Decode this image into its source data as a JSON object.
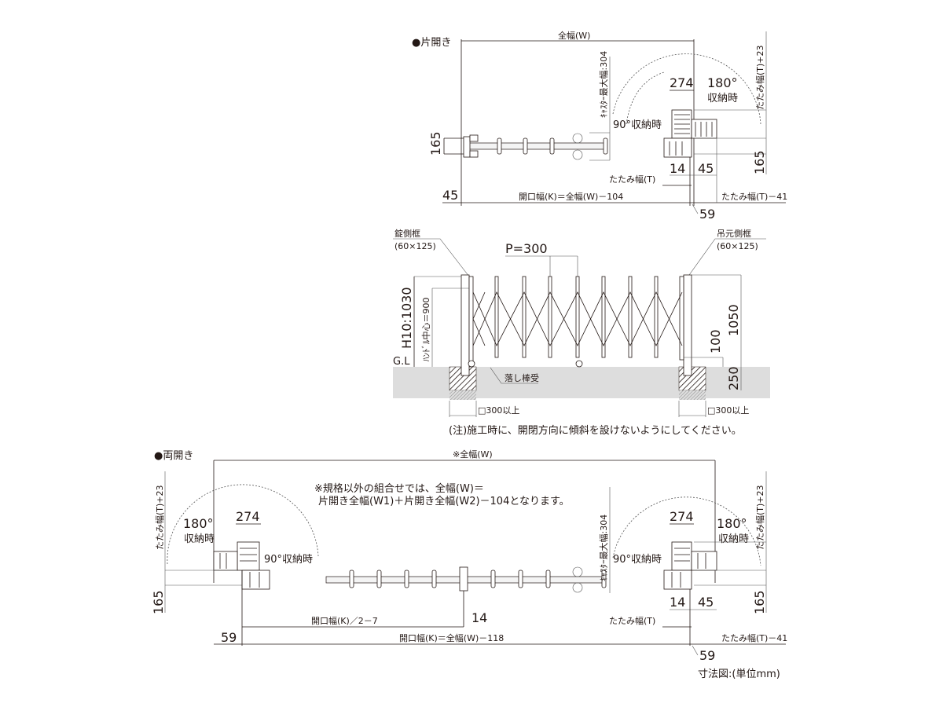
{
  "single": {
    "title": "●片開き",
    "full_width": "全幅(W)",
    "caster_max": "ｷｬｽﾀｰ最大幅:304",
    "fold_plus": "たたみ幅(T)+23",
    "d274": "274",
    "deg180": "180°",
    "stored": "収納時",
    "deg90": "90°収納時",
    "d165_left": "165",
    "d165_right": "165",
    "d14": "14",
    "d45": "45",
    "fold_width": "たたみ幅(T)",
    "d45_left": "45",
    "opening": "開口幅(K)＝全幅(W)－104",
    "fold_minus": "たたみ幅(T)－41",
    "d59": "59"
  },
  "elevation": {
    "lock_frame": "錠側框",
    "lock_frame_size": "(60×125)",
    "pitch": "P=300",
    "hinge_frame": "吊元側框",
    "hinge_frame_size": "(60×125)",
    "height": "H10:1030",
    "handle_center": "ﾊﾝﾄﾞﾙ中心＝900",
    "gl": "G.L",
    "d1050": "1050",
    "d100": "100",
    "d250": "250",
    "drop_rod": "落し棒受",
    "foundation_left": "□300以上",
    "foundation_right": "□300以上",
    "note": "(注)施工時に、開閉方向に傾斜を設けないようにしてください。"
  },
  "double": {
    "title": "●両開き",
    "full_width": "※全幅(W)",
    "note_line1": "※規格以外の組合せでは、全幅(W)＝",
    "note_line2": "片開き全幅(W1)＋片開き全幅(W2)－104となります。",
    "fold_plus_left": "たたみ幅(T)+23",
    "fold_plus_right": "たたみ幅(T)+23",
    "d274_left": "274",
    "d274_right": "274",
    "deg180_left": "180°",
    "stored_left": "収納時",
    "deg180_right": "180°",
    "stored_right": "収納時",
    "deg90_left": "90°収納時",
    "deg90_right": "90°収納時",
    "caster_max": "ｷｬｽﾀｰ最大幅:304",
    "d165_left": "165",
    "d165_right": "165",
    "d14_center": "14",
    "d14_right": "14",
    "d45_right": "45",
    "half_opening": "開口幅(K)／2－7",
    "fold_width": "たたみ幅(T)",
    "d59_left": "59",
    "opening": "開口幅(K)＝全幅(W)－118",
    "fold_minus": "たたみ幅(T)－41",
    "d59_right": "59"
  },
  "footer": {
    "unit": "寸法図:(単位mm)"
  }
}
